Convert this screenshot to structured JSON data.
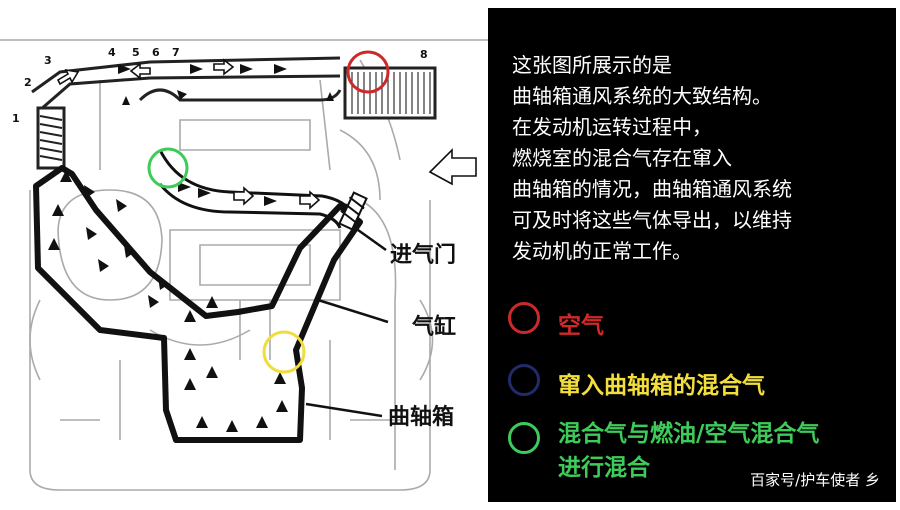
{
  "diagram": {
    "callout_numbers": [
      "1",
      "2",
      "3",
      "4",
      "5",
      "6",
      "7",
      "8"
    ],
    "labels": {
      "intake": "进气门",
      "cylinder": "气缸",
      "crankcase": "曲轴箱"
    }
  },
  "panel": {
    "description_lines": [
      "这张图所展示的是",
      "曲轴箱通风系统的大致结构。",
      "在发动机运转过程中，",
      "燃烧室的混合气存在窜入",
      "曲轴箱的情况，曲轴箱通风系统",
      "可及时将这些气体导出，以维持",
      "发动机的正常工作。"
    ],
    "legend": [
      {
        "label": "空气",
        "color": "#d42828"
      },
      {
        "label": "窜入曲轴箱的混合气",
        "color": "#f2de3c"
      },
      {
        "label_lines": [
          "混合气与燃油/空气混合气",
          "进行混合"
        ],
        "color": "#3ecb5a"
      }
    ],
    "watermark": "百家号/护车使者 乡"
  }
}
